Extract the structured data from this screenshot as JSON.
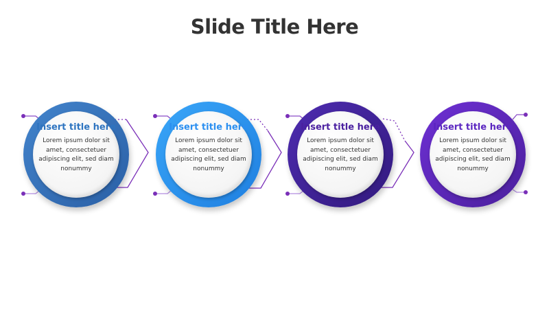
{
  "slide": {
    "title": "Slide Title Here"
  },
  "steps": [
    {
      "title": "Insert title here",
      "body": "Lorem ipsum dolor sit amet, consectetuer adipiscing elit, sed diam nonummy",
      "ring_start": "#3f7cc4",
      "ring_end": "#2a5fa5",
      "title_color": "#2e74c0"
    },
    {
      "title": "Insert title here",
      "body": "Lorem ipsum dolor sit amet, consectetuer adipiscing elit, sed diam nonummy",
      "ring_start": "#3aa0f5",
      "ring_end": "#1f7fe0",
      "title_color": "#2b8ff0"
    },
    {
      "title": "Insert title here",
      "body": "Lorem ipsum dolor sit amet, consectetuer adipiscing elit, sed diam nonummy",
      "ring_start": "#4a2aa8",
      "ring_end": "#341a82",
      "title_color": "#4a20a0"
    },
    {
      "title": "Insert title here",
      "body": "Lorem ipsum dolor sit amet, consectetuer adipiscing elit, sed diam nonummy",
      "ring_start": "#6a2fd0",
      "ring_end": "#4a1fa0",
      "title_color": "#5a25c0"
    }
  ],
  "colors": {
    "connector": "#7a2fb8",
    "connector_light": "#a678d8",
    "title": "#333333"
  }
}
